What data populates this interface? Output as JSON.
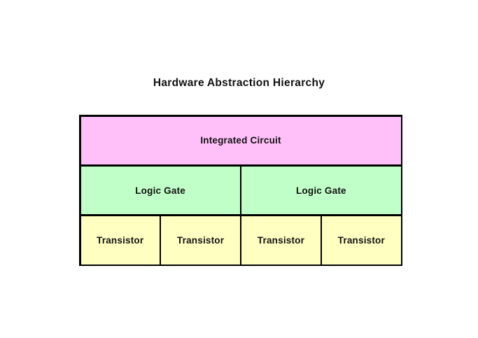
{
  "title": "Hardware Abstraction Hierarchy",
  "diagram": {
    "border_color": "#000000",
    "text_color": "#111111",
    "rows": [
      {
        "level": "integrated-circuit",
        "color": "#ffc0fa",
        "cells": [
          {
            "label": "Integrated Circuit"
          }
        ]
      },
      {
        "level": "logic-gate",
        "color": "#c0ffc8",
        "cells": [
          {
            "label": "Logic Gate"
          },
          {
            "label": "Logic Gate"
          }
        ]
      },
      {
        "level": "transistor",
        "color": "#ffffc2",
        "cells": [
          {
            "label": "Transistor"
          },
          {
            "label": "Transistor"
          },
          {
            "label": "Transistor"
          },
          {
            "label": "Transistor"
          }
        ]
      }
    ]
  }
}
